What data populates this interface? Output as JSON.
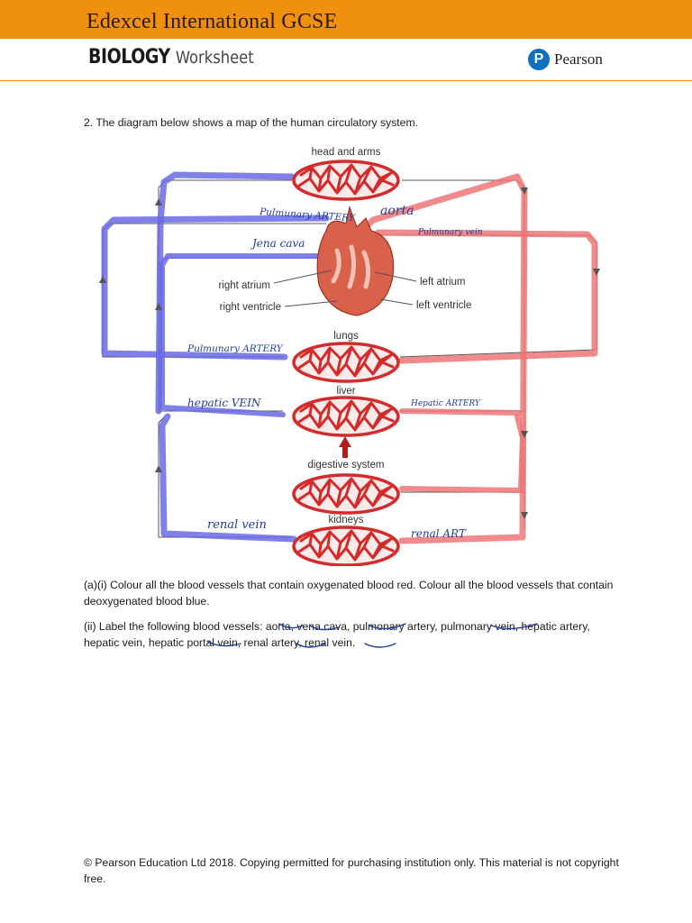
{
  "header": {
    "title": "Edexcel International GCSE",
    "subject": "BIOLOGY",
    "subtitle": "Worksheet",
    "brand": "Pearson",
    "brand_initial": "P",
    "accent_color": "#f0900f"
  },
  "question": {
    "intro": "2. The diagram below shows a map of the human circulatory system.",
    "part_a": "(a)(i) Colour all the blood vessels that contain oxygenated blood red. Colour all the blood vessels that contain deoxygenated blood blue.",
    "part_b": "(ii) Label the following blood vessels: aorta, vena cava, pulmonary artery, pulmonary vein, hepatic artery, hepatic vein, hepatic portal vein, renal artery, renal vein."
  },
  "diagram": {
    "labels": {
      "head_and_arms": "head and arms",
      "right_atrium": "right atrium",
      "right_ventricle": "right ventricle",
      "left_atrium": "left atrium",
      "left_ventricle": "left ventricle",
      "lungs": "lungs",
      "liver": "liver",
      "digestive_system": "digestive system",
      "kidneys": "kidneys"
    },
    "handwritten": {
      "pulmonary_artery_top": "Pulmunary ARTERY",
      "aorta": "aorta",
      "vena_cava": "Jena cava",
      "pulmonary_vein": "Pulmunary vein",
      "pulmonary_artery_lungs": "Pulmunary ARTERY",
      "hepatic_vein": "hepatic VEIN",
      "hepatic_artery": "Hepatic ARTERY",
      "renal_vein": "renal vein",
      "renal_artery": "renal ART"
    },
    "colors": {
      "deoxygenated": "#6a6ae6",
      "oxygenated": "#ee7676",
      "capillary": "#d42a2a",
      "heart": "#d9604a",
      "handwriting": "#1f3c9a"
    }
  },
  "footer": {
    "copyright": "© Pearson Education Ltd 2018. Copying permitted for purchasing institution only. This material is not copyright free."
  }
}
